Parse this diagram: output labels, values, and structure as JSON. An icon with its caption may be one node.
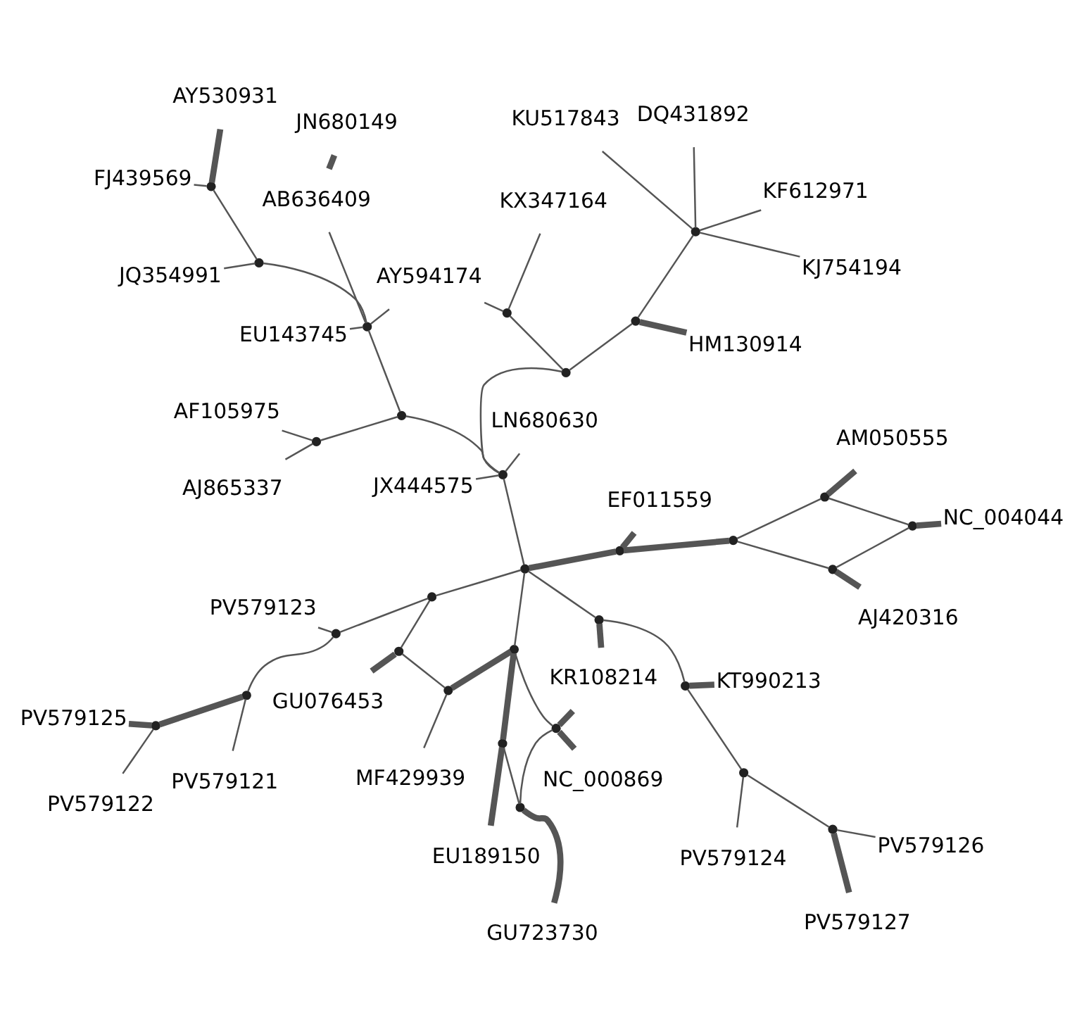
{
  "diagram": {
    "nodes": [
      {
        "text": [
          "PV579125"
        ]
      },
      {
        "text": [
          "PV579122"
        ]
      },
      {
        "text": [
          "PV579121"
        ]
      },
      {
        "text": [
          "PV579123"
        ]
      },
      {
        "text": [
          "PV579126"
        ]
      },
      {
        "text": [
          "PV579127"
        ]
      },
      {
        "text": [
          "PV579124"
        ]
      },
      {
        "text": [
          "GU723730"
        ]
      },
      {
        "text": [
          "MF429939"
        ]
      },
      {
        "text": [
          "GU076453"
        ]
      },
      {
        "text": [
          "EU189150"
        ]
      },
      {
        "text": [
          "KR108214"
        ]
      },
      {
        "text": [
          "KT990213"
        ]
      },
      {
        "text": [
          "NC_000869"
        ]
      },
      {
        "text": [
          "AM050555"
        ]
      },
      {
        "text": [
          "EF011559"
        ]
      },
      {
        "text": [
          "AJ420316"
        ]
      },
      {
        "text": [
          "NC_004044"
        ]
      },
      {
        "text": [
          "JX444575"
        ]
      },
      {
        "text": [
          "LN680630"
        ]
      },
      {
        "text": [
          "KF612971"
        ]
      },
      {
        "text": [
          "AJ865337"
        ]
      },
      {
        "text": [
          "KU517843"
        ]
      },
      {
        "text": [
          "DQ431892"
        ]
      },
      {
        "text": [
          "AF105975"
        ]
      },
      {
        "text": [
          "KJ754194"
        ]
      },
      {
        "text": [
          "AY594174"
        ]
      },
      {
        "text": [
          "KX347164"
        ]
      },
      {
        "text": [
          "EU143745"
        ]
      },
      {
        "text": [
          "HM130914"
        ]
      },
      {
        "text": [
          "AB636409"
        ]
      },
      {
        "text": [
          "JN680149"
        ]
      },
      {
        "text": [
          "JQ354991"
        ]
      },
      {
        "text": [
          "FJ439569"
        ]
      },
      {
        "text": [
          "AY530931"
        ]
      },
      {
        "text": [],
        "shape": "circle"
      },
      {
        "text": [],
        "shape": "circle"
      },
      {
        "text": [],
        "shape": "circle"
      },
      {
        "text": [],
        "shape": "circle"
      },
      {
        "text": [],
        "shape": "circle"
      },
      {
        "text": [],
        "shape": "circle"
      },
      {
        "text": [],
        "shape": "circle"
      },
      {
        "text": [],
        "shape": "circle"
      },
      {
        "text": [],
        "shape": "circle"
      },
      {
        "text": [],
        "shape": "circle"
      },
      {
        "text": [],
        "shape": "circle"
      },
      {
        "text": [],
        "shape": "circle"
      },
      {
        "text": [],
        "shape": "circle"
      },
      {
        "text": [],
        "shape": "circle"
      },
      {
        "text": [],
        "shape": "circle"
      },
      {
        "text": [],
        "shape": "circle"
      },
      {
        "text": [],
        "shape": "circle"
      },
      {
        "text": [],
        "shape": "circle"
      },
      {
        "text": [],
        "shape": "circle"
      },
      {
        "text": [],
        "shape": "circle"
      },
      {
        "text": [],
        "shape": "circle"
      },
      {
        "text": [],
        "shape": "circle"
      },
      {
        "text": [],
        "shape": "circle"
      },
      {
        "text": [],
        "shape": "circle"
      },
      {
        "text": [],
        "shape": "circle"
      },
      {
        "text": [],
        "shape": "circle"
      },
      {
        "text": [],
        "shape": "circle"
      },
      {
        "text": [],
        "shape": "circle"
      },
      {
        "text": [],
        "shape": "circle"
      },
      {
        "text": [],
        "shape": "circle"
      }
    ],
    "edges": [
      {
        "from": 35,
        "to": 0,
        "arrow": "none",
        "style": "thick"
      },
      {
        "from": 35,
        "to": 1,
        "arrow": "none"
      },
      {
        "from": 35,
        "to": 36,
        "arrow": "none",
        "style": "thick"
      },
      {
        "from": 36,
        "to": 2,
        "arrow": "none"
      },
      {
        "from": 36,
        "to": 37,
        "arrow": "none"
      },
      {
        "from": 37,
        "to": 3,
        "arrow": "none"
      },
      {
        "from": 37,
        "to": 38,
        "arrow": "none"
      },
      {
        "from": 39,
        "to": 9,
        "arrow": "none",
        "style": "thick"
      },
      {
        "from": 39,
        "to": 38,
        "arrow": "none"
      },
      {
        "from": 40,
        "to": 8,
        "arrow": "none"
      },
      {
        "from": 40,
        "to": 39,
        "arrow": "none"
      },
      {
        "from": 40,
        "to": 41,
        "arrow": "none",
        "style": "thick"
      },
      {
        "from": 43,
        "to": 7,
        "arrow": "none",
        "style": "thick"
      },
      {
        "from": 44,
        "to": 10,
        "arrow": "none",
        "style": "thick"
      },
      {
        "from": 44,
        "to": 43,
        "arrow": "none"
      },
      {
        "from": 44,
        "to": 41,
        "arrow": "none",
        "style": "thick"
      },
      {
        "from": 43,
        "to": 45,
        "arrow": "none"
      },
      {
        "from": 45,
        "to": 41,
        "arrow": "none"
      },
      {
        "from": 45,
        "to": 13,
        "arrow": "none",
        "style": "thick"
      },
      {
        "from": 45,
        "to": 11,
        "arrow": "none",
        "style": "thick"
      },
      {
        "from": 41,
        "to": 42,
        "arrow": "none"
      },
      {
        "from": 38,
        "to": 42,
        "arrow": "none"
      },
      {
        "from": 42,
        "to": 46,
        "arrow": "none"
      },
      {
        "from": 46,
        "to": 11,
        "arrow": "none",
        "style": "thick"
      },
      {
        "from": 46,
        "to": 49,
        "arrow": "none"
      },
      {
        "from": 49,
        "to": 12,
        "arrow": "none",
        "style": "thick"
      },
      {
        "from": 49,
        "to": 50,
        "arrow": "none"
      },
      {
        "from": 50,
        "to": 6,
        "arrow": "none"
      },
      {
        "from": 50,
        "to": 51,
        "arrow": "none"
      },
      {
        "from": 51,
        "to": 4,
        "arrow": "none"
      },
      {
        "from": 51,
        "to": 5,
        "arrow": "none",
        "style": "thick"
      },
      {
        "from": 42,
        "to": 47,
        "arrow": "none",
        "style": "thick"
      },
      {
        "from": 47,
        "to": 15,
        "arrow": "none",
        "style": "thick"
      },
      {
        "from": 47,
        "to": 52,
        "arrow": "none",
        "style": "thick"
      },
      {
        "from": 52,
        "to": 53,
        "arrow": "none"
      },
      {
        "from": 52,
        "to": 54,
        "arrow": "none"
      },
      {
        "from": 53,
        "to": 14,
        "arrow": "none",
        "style": "thick"
      },
      {
        "from": 53,
        "to": 55,
        "arrow": "none"
      },
      {
        "from": 54,
        "to": 16,
        "arrow": "none",
        "style": "thick"
      },
      {
        "from": 54,
        "to": 55,
        "arrow": "none"
      },
      {
        "from": 55,
        "to": 17,
        "arrow": "none",
        "style": "thick"
      },
      {
        "from": 42,
        "to": 48,
        "arrow": "none"
      },
      {
        "from": 48,
        "to": 18,
        "arrow": "none"
      },
      {
        "from": 48,
        "to": 19,
        "arrow": "none"
      },
      {
        "from": 48,
        "to": 56,
        "arrow": "none"
      },
      {
        "from": 48,
        "to": 57,
        "arrow": "none"
      },
      {
        "from": 56,
        "to": 58,
        "arrow": "none"
      },
      {
        "from": 56,
        "to": 59,
        "arrow": "none"
      },
      {
        "from": 58,
        "to": 60,
        "arrow": "none"
      },
      {
        "from": 60,
        "to": 20,
        "arrow": "none"
      },
      {
        "from": 60,
        "to": 22,
        "arrow": "none"
      },
      {
        "from": 60,
        "to": 23,
        "arrow": "none"
      },
      {
        "from": 60,
        "to": 25,
        "arrow": "none"
      },
      {
        "from": 58,
        "to": 29,
        "arrow": "none",
        "style": "thick"
      },
      {
        "from": 59,
        "to": 27,
        "arrow": "none"
      },
      {
        "from": 59,
        "to": 26,
        "arrow": "none"
      },
      {
        "from": 57,
        "to": 61,
        "arrow": "none"
      },
      {
        "from": 61,
        "to": 21,
        "arrow": "none"
      },
      {
        "from": 61,
        "to": 24,
        "arrow": "none"
      },
      {
        "from": 57,
        "to": 62,
        "arrow": "none"
      },
      {
        "from": 62,
        "to": 26,
        "arrow": "none"
      },
      {
        "from": 62,
        "to": 28,
        "arrow": "none"
      },
      {
        "from": 62,
        "to": 30,
        "arrow": "none"
      },
      {
        "from": 30,
        "to": 31,
        "arrow": "none",
        "style": "thick"
      },
      {
        "from": 62,
        "to": 63,
        "arrow": "none"
      },
      {
        "from": 63,
        "to": 32,
        "arrow": "none"
      },
      {
        "from": 63,
        "to": 64,
        "arrow": "none"
      },
      {
        "from": 64,
        "to": 33,
        "arrow": "none"
      },
      {
        "from": 64,
        "to": 34,
        "arrow": "none",
        "style": "thick"
      }
    ]
  }
}
